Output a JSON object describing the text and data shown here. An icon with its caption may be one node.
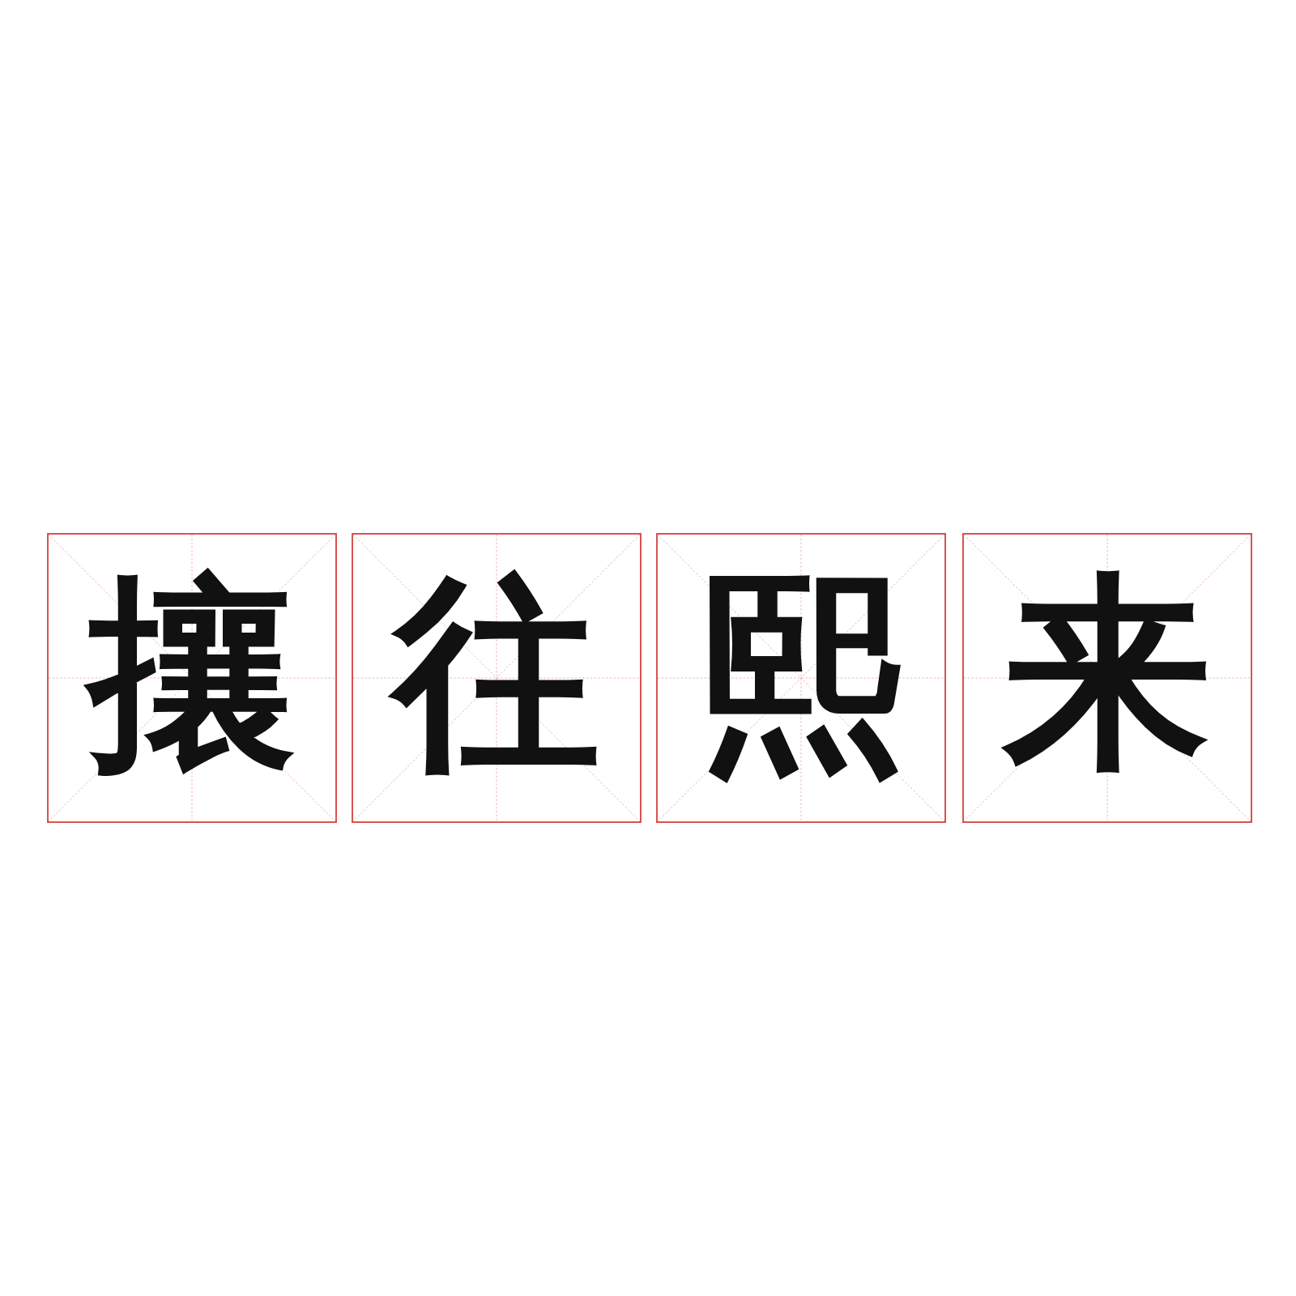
{
  "diagram": {
    "nodes": [
      {
        "text": [
          "攘"
        ]
      },
      {
        "text": [
          "往"
        ]
      },
      {
        "text": [
          "熙"
        ]
      },
      {
        "text": [
          "来"
        ]
      }
    ]
  }
}
